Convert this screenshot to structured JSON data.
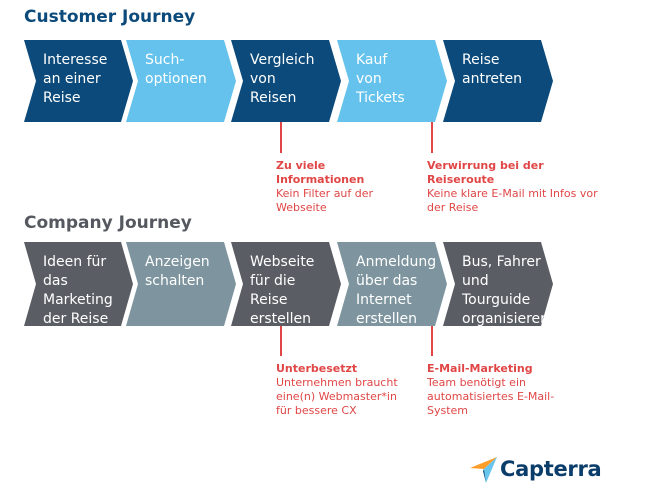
{
  "colors": {
    "dark_blue": "#0b4a7a",
    "light_blue": "#64c2ec",
    "dark_gray": "#5a5d64",
    "light_gray": "#7e959f",
    "red": "#e04646",
    "white": "#ffffff"
  },
  "customer_journey": {
    "title": "Customer Journey",
    "steps": [
      {
        "label": "Interesse\nan einer\nReise",
        "color": "dark_blue"
      },
      {
        "label": "Such-\noptionen",
        "color": "light_blue"
      },
      {
        "label": "Vergleich\nvon\nReisen",
        "color": "dark_blue"
      },
      {
        "label": "Kauf\nvon\nTickets",
        "color": "light_blue"
      },
      {
        "label": "Reise\nantreten",
        "color": "dark_blue"
      }
    ],
    "pain_points": [
      {
        "title": "Zu viele\nInformationen",
        "text": "Kein Filter auf der\nWebseite",
        "step": 3
      },
      {
        "title": "Verwirrung bei der\nReiseroute",
        "text": "Keine klare E-Mail mit Infos vor\nder Reise",
        "step": 4
      }
    ]
  },
  "company_journey": {
    "title": "Company Journey",
    "steps": [
      {
        "label": "Ideen für\ndas\nMarketing\nder Reise",
        "color": "dark_gray"
      },
      {
        "label": "Anzeigen\nschalten",
        "color": "light_gray"
      },
      {
        "label": "Webseite\nfür die\nReise\nerstellen",
        "color": "dark_gray"
      },
      {
        "label": "Anmeldung\nüber das\nInternet\nerstellen",
        "color": "light_gray"
      },
      {
        "label": "Bus, Fahrer\nund\nTourguide\norganisieren",
        "color": "dark_gray"
      }
    ],
    "pain_points": [
      {
        "title": "Unterbesetzt",
        "text": "Unternehmen braucht\neine(n) Webmaster*in\nfür bessere CX",
        "step": 3
      },
      {
        "title": "E-Mail-Marketing",
        "text": "Team benötigt ein\nautomatisiertes E-Mail-\nSystem",
        "step": 4
      }
    ]
  },
  "logo": {
    "name": "Capterra",
    "icon": "capterra-paper-plane-icon",
    "icon_colors": [
      "#ff9d28",
      "#68c5ed",
      "#044d80"
    ]
  }
}
